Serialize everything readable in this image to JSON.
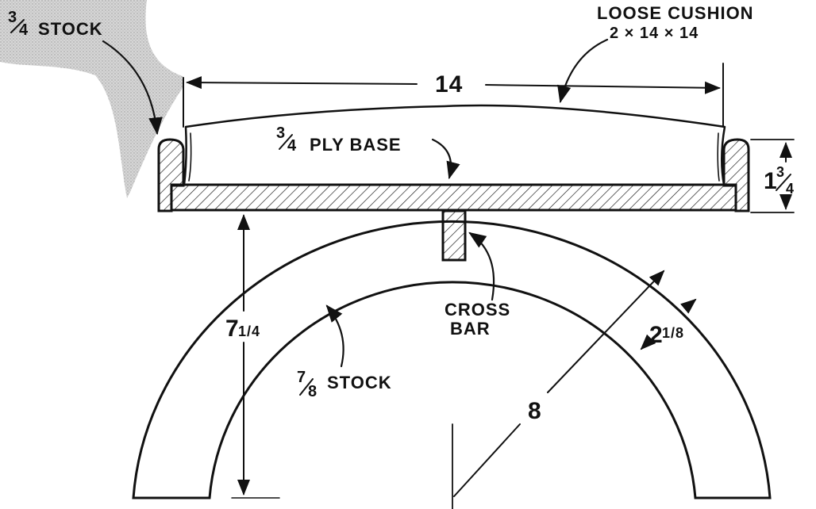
{
  "labels": {
    "stock_top_num": "3",
    "stock_top_den": "4",
    "stock_top_word": "STOCK",
    "cushion_title": "LOOSE CUSHION",
    "cushion_size": "2 × 14 × 14",
    "width_dim": "14",
    "ply_num": "3",
    "ply_den": "4",
    "ply_word": "PLY BASE",
    "height_whole": "1",
    "height_num": "3",
    "height_den": "4",
    "leg_whole": "7",
    "leg_frac": "1/4",
    "cross_1": "CROSS",
    "cross_2": "BAR",
    "arch_stock_num": "7",
    "arch_stock_den": "8",
    "arch_stock_word": "STOCK",
    "radius_dim": "8",
    "band_whole": "2",
    "band_frac": "1/8"
  },
  "colors": {
    "ink": "#111111",
    "paper": "#ffffff",
    "shade": "#c9c9c9"
  }
}
